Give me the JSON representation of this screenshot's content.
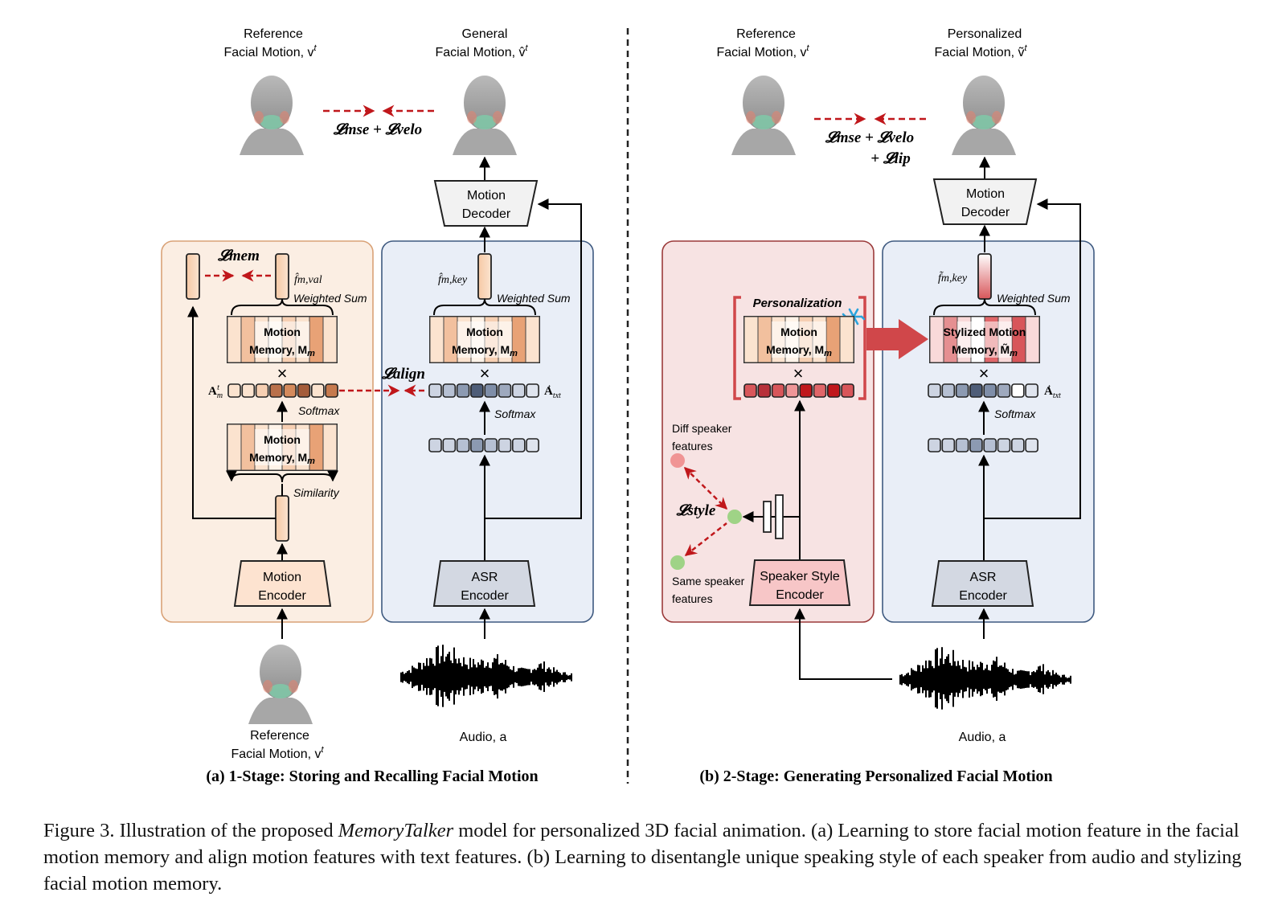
{
  "panel_a": {
    "title": "(a) 1-Stage: Storing and Recalling Facial Motion",
    "ref_top": {
      "line1": "Reference",
      "line2": "Facial Motion, v",
      "sup": "t"
    },
    "gen_top": {
      "line1": "General",
      "line2": "Facial Motion, v̂",
      "sup": "t"
    },
    "loss_top": "𝓛mse + 𝓛velo",
    "loss_mem": "𝓛mem",
    "loss_align": "𝓛align",
    "motion_decoder": [
      "Motion",
      "Decoder"
    ],
    "motion_encoder": [
      "Motion",
      "Encoder"
    ],
    "asr_encoder": [
      "ASR",
      "Encoder"
    ],
    "memory_label": [
      "Motion",
      "Memory, M",
      "m"
    ],
    "f_val": "f̂m,val",
    "f_key": "f̂m,key",
    "weighted_sum": "Weighted Sum",
    "softmax": "Softmax",
    "similarity": "Similarity",
    "attn_m": "A",
    "attn_txt": "A",
    "ref_bottom": {
      "line1": "Reference",
      "line2": "Facial Motion, v",
      "sup": "t"
    },
    "audio": "Audio, a"
  },
  "panel_b": {
    "title": "(b) 2-Stage: Generating Personalized Facial Motion",
    "ref_top": {
      "line1": "Reference",
      "line2": "Facial Motion, v",
      "sup": "t"
    },
    "pers_top": {
      "line1": "Personalized",
      "line2": "Facial Motion, ṽ",
      "sup": "t"
    },
    "loss_top_1": "𝓛mse + 𝓛velo",
    "loss_top_2": "+ 𝓛lip",
    "loss_style": "𝓛style",
    "personalization": "Personalization",
    "motion_decoder": [
      "Motion",
      "Decoder"
    ],
    "speaker_encoder": [
      "Speaker Style",
      "Encoder"
    ],
    "asr_encoder": [
      "ASR",
      "Encoder"
    ],
    "memory_label": [
      "Motion",
      "Memory, M",
      "m"
    ],
    "stylized_label": [
      "Stylized Motion",
      "Memory, M̃",
      "m"
    ],
    "f_key": "f̃m,key",
    "weighted_sum": "Weighted Sum",
    "softmax": "Softmax",
    "diff_speaker": [
      "Diff speaker",
      "features"
    ],
    "same_speaker": [
      "Same speaker",
      "features"
    ],
    "attn_txt": "A",
    "audio": "Audio, a"
  },
  "caption": {
    "prefix": "Figure 3. Illustration of the proposed ",
    "model": "MemoryTalker",
    "rest": " model for personalized 3D facial animation. (a) Learning to store facial motion feature in the facial motion memory and align motion features with text features. (b) Learning to disentangle unique speaking style of each speaker from audio and stylizing facial motion memory."
  },
  "colors": {
    "orange_panel": "#fbeee3",
    "orange_border": "#d9a277",
    "blue_panel": "#e9eef7",
    "blue_border": "#3f5a80",
    "red_panel": "#f7e3e3",
    "red_border": "#9b3a3a",
    "loss_red": "#c0171b"
  }
}
